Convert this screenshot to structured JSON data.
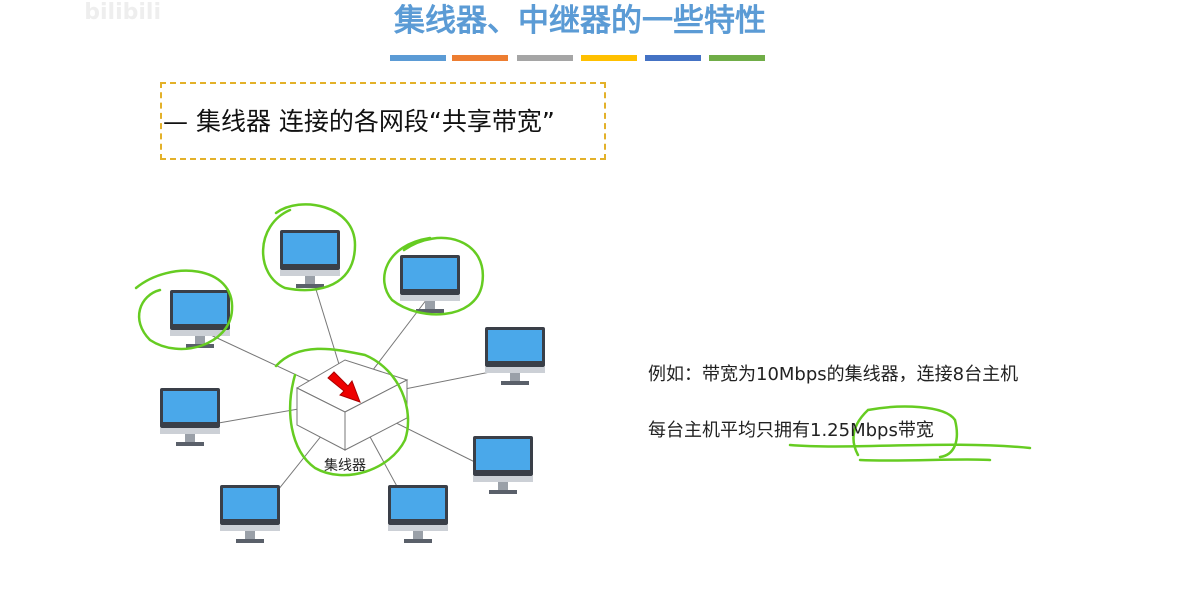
{
  "watermark": "bilibili",
  "title": "集线器、中继器的一些特性",
  "title_bar_colors": [
    "#5b9bd5",
    "#ed7d31",
    "#a5a5a5",
    "#ffc000",
    "#4472c4",
    "#70ad47"
  ],
  "heading": "— 集线器 连接的各网段“共享带宽”",
  "diagram": {
    "hub_label": "集线器",
    "host_count": 8
  },
  "example": {
    "line1": "例如：带宽为10Mbps的集线器，连接8台主机",
    "line2": "每台主机平均只拥有1.25Mbps带宽"
  },
  "annotation_color": "#66cc22"
}
